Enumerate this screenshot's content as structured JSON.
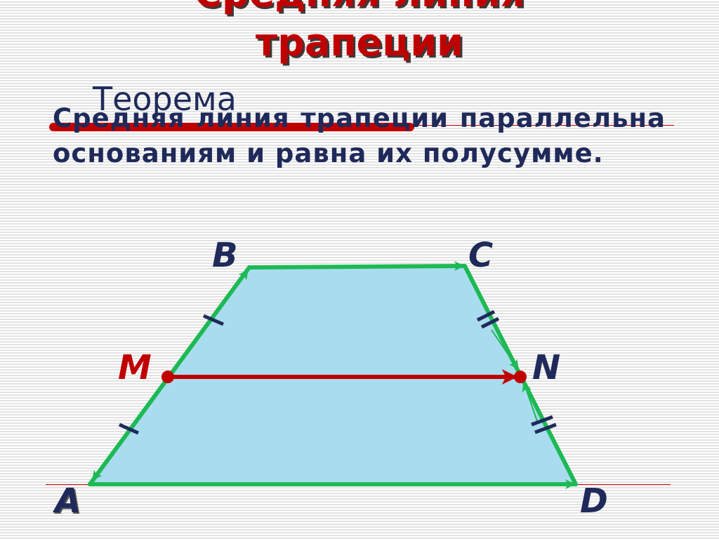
{
  "title": {
    "line1": "Средняя линия",
    "line2": "трапеции"
  },
  "theorem": {
    "label": "Теорема",
    "text": "Средняя линия трапеции параллельна основаниям и равна их полусумме."
  },
  "vertices": {
    "A": "A",
    "B": "B",
    "C": "C",
    "D": "D",
    "M": "M",
    "N": "N"
  },
  "colors": {
    "title": "#c00000",
    "text": "#1f2a5a",
    "trapezoid_fill": "#a9dcef",
    "trapezoid_stroke": "#1db954",
    "midline": "#c00000",
    "tick": "#1f2a5a"
  }
}
